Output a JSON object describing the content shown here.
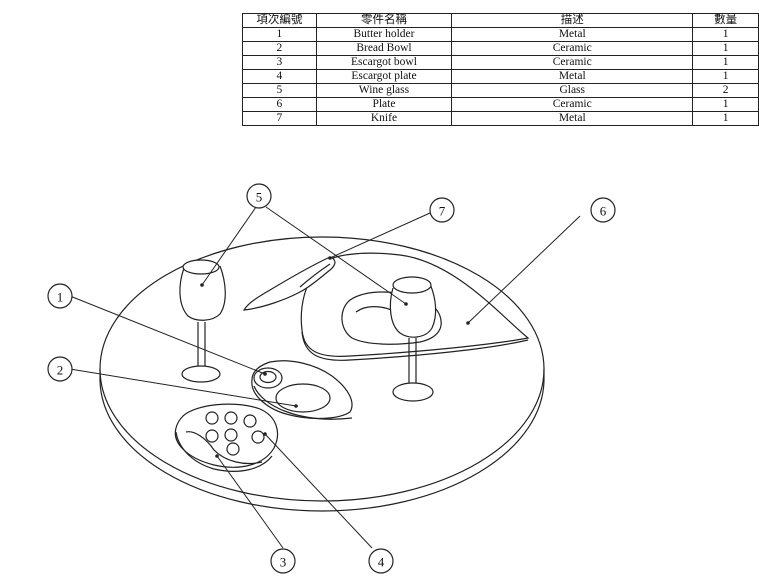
{
  "table": {
    "headers": [
      "項次編號",
      "零件名稱",
      "描述",
      "數量"
    ],
    "rows": [
      {
        "no": "1",
        "name": "Butter holder",
        "desc": "Metal",
        "qty": "1"
      },
      {
        "no": "2",
        "name": "Bread Bowl",
        "desc": "Ceramic",
        "qty": "1"
      },
      {
        "no": "3",
        "name": "Escargot bowl",
        "desc": "Ceramic",
        "qty": "1"
      },
      {
        "no": "4",
        "name": "Escargot plate",
        "desc": "Metal",
        "qty": "1"
      },
      {
        "no": "5",
        "name": "Wine glass",
        "desc": "Glass",
        "qty": "2"
      },
      {
        "no": "6",
        "name": "Plate",
        "desc": "Ceramic",
        "qty": "1"
      },
      {
        "no": "7",
        "name": "Knife",
        "desc": "Metal",
        "qty": "1"
      }
    ]
  },
  "callouts": {
    "c1": "1",
    "c2": "2",
    "c3": "3",
    "c4": "4",
    "c5": "5",
    "c6": "6",
    "c7": "7"
  }
}
